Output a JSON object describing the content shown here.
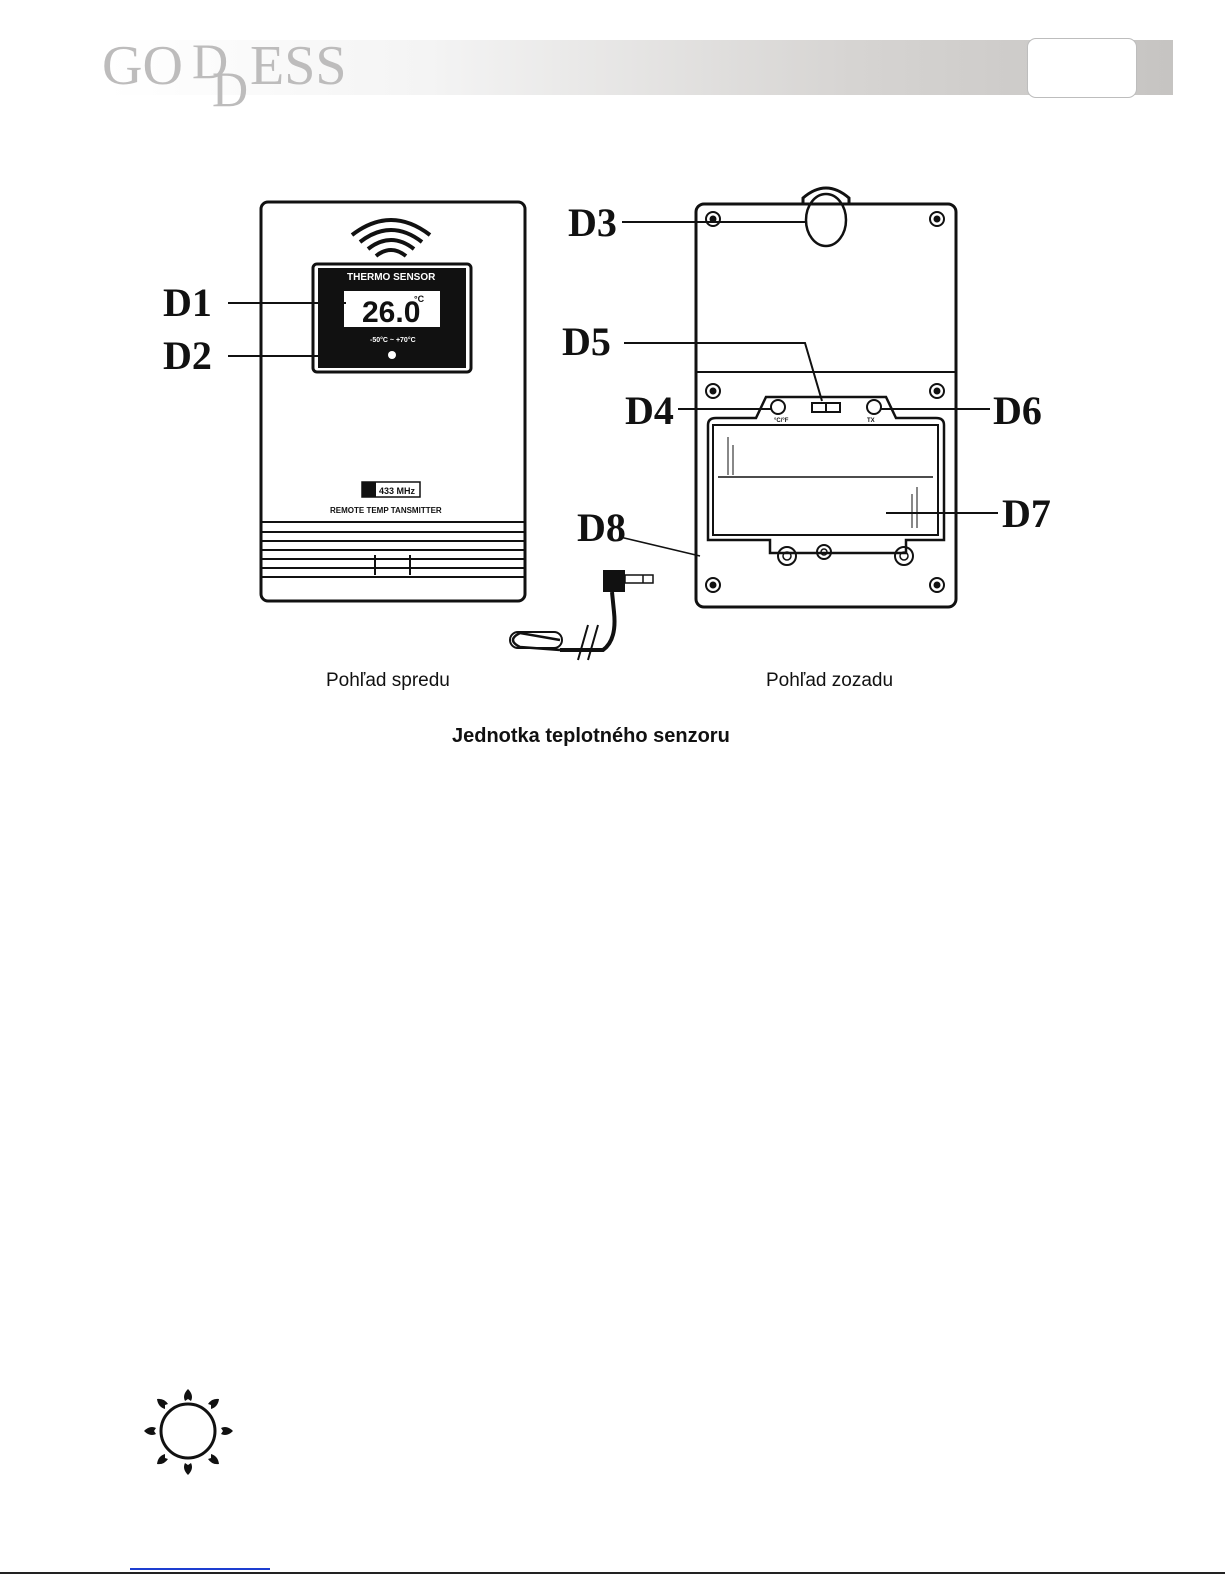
{
  "header": {
    "logo_text": "GODDESS",
    "page_number": ""
  },
  "figure": {
    "labels": {
      "d1": "D1",
      "d2": "D2",
      "d3": "D3",
      "d4": "D4",
      "d5": "D5",
      "d6": "D6",
      "d7": "D7",
      "d8": "D8"
    },
    "display_title": "THERMO SENSOR",
    "display_value": "26.0",
    "display_unit": "°C",
    "display_range": "-50°C ~ +70°C",
    "frequency": "433 MHz",
    "product_name": "REMOTE TEMP TANSMITTER",
    "switch_label": "°C/°F",
    "tx_label": "TX",
    "caption_front": "Pohľad spredu",
    "caption_back": "Pohľad zozadu",
    "caption_title": "Jednotka teplotného senzoru"
  },
  "icons": [
    "sun-icon"
  ],
  "colors": {
    "header_gradient_end": "#c6c4c2",
    "footer_link": "#1d3dd0"
  }
}
